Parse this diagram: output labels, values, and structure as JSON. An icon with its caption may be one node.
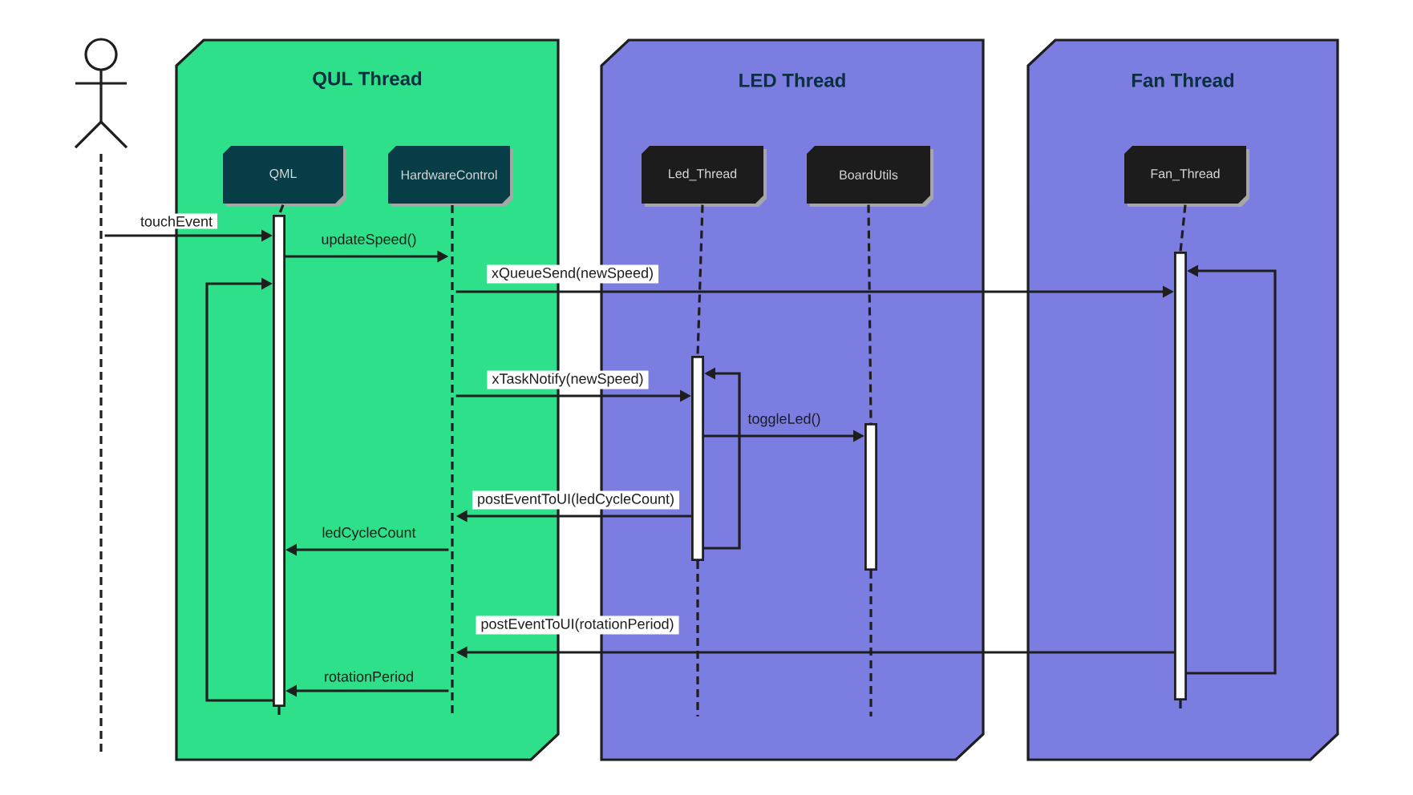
{
  "diagram": {
    "nodes": [
      {
        "text": [
          "QUL Thread"
        ]
      },
      {
        "text": [
          "QML"
        ],
        "in": 0
      },
      {
        "text": [
          "HardwareControl"
        ],
        "in": 0
      },
      {
        "text": [
          "LED Thread"
        ]
      },
      {
        "text": [
          "Led_Thread"
        ],
        "in": 3
      },
      {
        "text": [
          "BoardUtils"
        ],
        "in": 3
      },
      {
        "text": [
          "Fan Thread"
        ]
      },
      {
        "text": [
          "Fan_Thread"
        ],
        "in": 6
      },
      {
        "text": [],
        "shape": "person"
      },
      {
        "text": [],
        "shape": "line"
      },
      {
        "text": [],
        "shape": "bar",
        "in": 0
      },
      {
        "text": [],
        "shape": "line",
        "in": 0
      },
      {
        "text": [],
        "shape": "bar",
        "in": 3
      },
      {
        "text": [],
        "shape": "bar",
        "in": 3
      },
      {
        "text": [],
        "shape": "bar",
        "in": 6
      }
    ],
    "edges": [
      {
        "from": 9,
        "to": 10,
        "arrow": "to",
        "label": "touchEvent"
      },
      {
        "from": 10,
        "to": 11,
        "arrow": "to",
        "label": "updateSpeed()"
      },
      {
        "from": 10,
        "to": 10,
        "arrow": "to"
      },
      {
        "from": 11,
        "to": 14,
        "arrow": "to",
        "label": "xQueueSend(newSpeed)"
      },
      {
        "from": 14,
        "to": 14,
        "arrow": "to"
      },
      {
        "from": 11,
        "to": 12,
        "arrow": "to",
        "label": "xTaskNotify(newSpeed)"
      },
      {
        "from": 12,
        "to": 12,
        "arrow": "to"
      },
      {
        "from": 12,
        "to": 13,
        "arrow": "to",
        "label": "toggleLed()"
      },
      {
        "from": 12,
        "to": 11,
        "arrow": "to",
        "label": "postEventToUI(ledCycleCount)"
      },
      {
        "from": 11,
        "to": 10,
        "arrow": "to",
        "label": "ledCycleCount"
      },
      {
        "from": 14,
        "to": 11,
        "arrow": "to",
        "label": "postEventToUI(rotationPeriod)"
      },
      {
        "from": 11,
        "to": 10,
        "arrow": "to",
        "label": "rotationPeriod"
      },
      {
        "from": 1,
        "to": 10,
        "arrow": "none",
        "style": "dashed"
      },
      {
        "from": 4,
        "to": 12,
        "arrow": "none",
        "style": "dashed"
      },
      {
        "from": 5,
        "to": 13,
        "arrow": "none",
        "style": "dashed"
      },
      {
        "from": 7,
        "to": 14,
        "arrow": "none",
        "style": "dashed"
      }
    ]
  }
}
